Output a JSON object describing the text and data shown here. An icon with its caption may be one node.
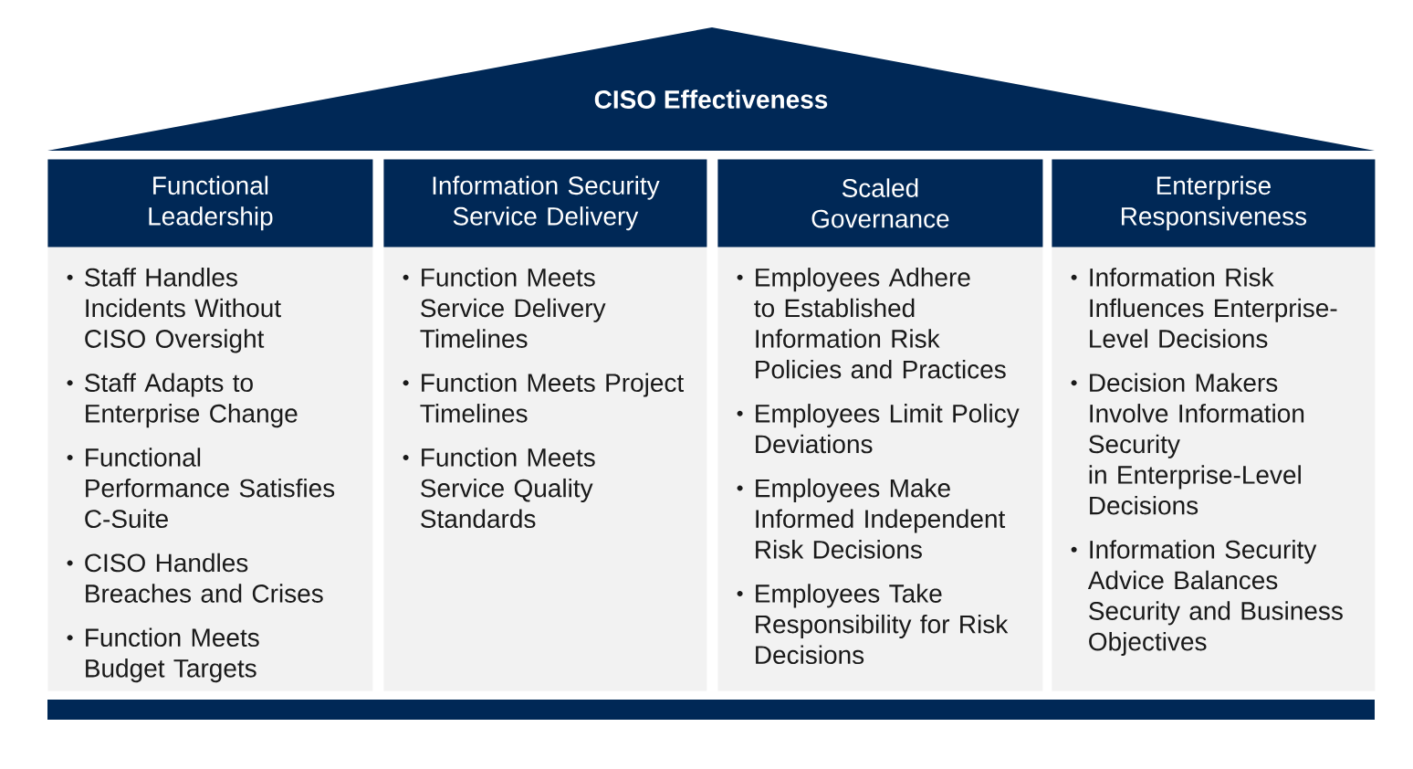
{
  "diagram": {
    "nodes": [
      {
        "text": [
          "CISO Effectiveness"
        ]
      },
      {
        "text": [
          "Functional Leadership",
          "Staff Handles Incidents Without CISO Oversight",
          "Staff Adapts to Enterprise Change",
          "Functional Performance Satisfies C-Suite",
          "CISO Handles Breaches and Crises",
          "Function Meets Budget Targets"
        ]
      },
      {
        "text": [
          "Information Security Service Delivery",
          "Function Meets Service Delivery Timelines",
          "Function Meets Project Timelines",
          "Function Meets Service Quality Standards"
        ]
      },
      {
        "text": [
          "Scaled Governance",
          "Employees Adhere to Established Information Risk Policies and Practices",
          "Employees Limit Policy Deviations",
          "Employees Make Informed Independent Risk Decisions",
          "Employees Take Responsibility for Risk Decisions"
        ]
      },
      {
        "text": [
          "Enterprise Responsiveness",
          "Information Risk Influences Enterprise-Level Decisions",
          "Decision Makers Involve Information Security in Enterprise-Level Decisions",
          "Information Security Advice Balances Security and Business Objectives"
        ]
      }
    ]
  }
}
